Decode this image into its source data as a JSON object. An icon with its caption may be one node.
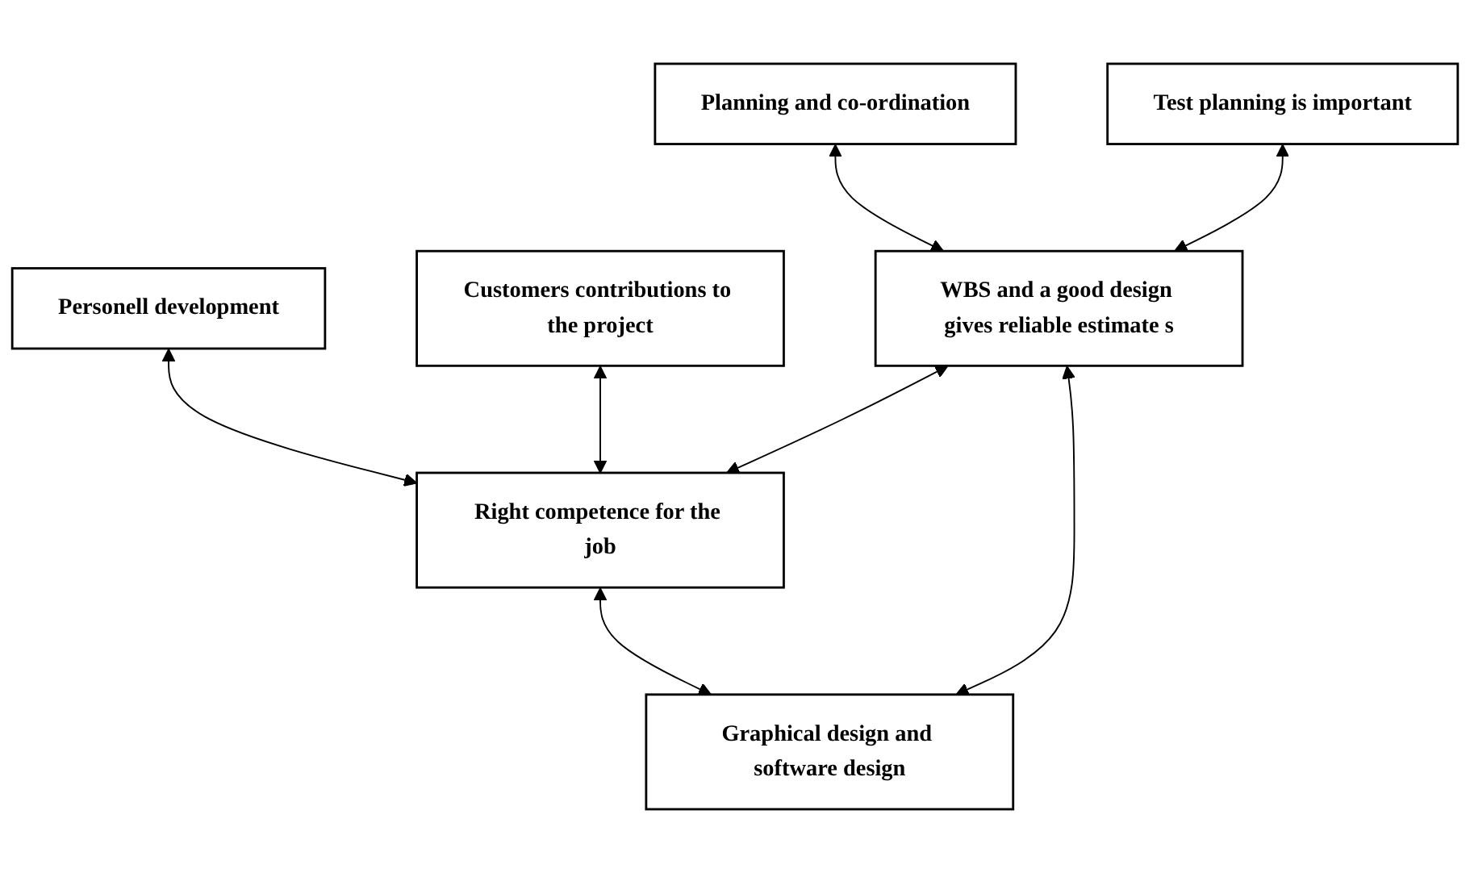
{
  "diagram": {
    "nodes": [
      {
        "text": [
          "Personell development"
        ]
      },
      {
        "text": [
          "Test planning is important"
        ]
      },
      {
        "text": [
          "Planning and co-ordination"
        ]
      },
      {
        "text": [
          "Customers contributions to the project"
        ]
      },
      {
        "text": [
          "Right competence for the job"
        ]
      },
      {
        "text": [
          "WBS and a good design gives reliable estimate s"
        ]
      },
      {
        "text": [
          "Graphical design and software design"
        ]
      }
    ],
    "edges": [
      {
        "from": 2,
        "to": 5,
        "arrow": "both"
      },
      {
        "from": 1,
        "to": 5,
        "arrow": "both"
      },
      {
        "from": 0,
        "to": 4,
        "arrow": "both"
      },
      {
        "from": 3,
        "to": 4,
        "arrow": "both"
      },
      {
        "from": 5,
        "to": 4,
        "arrow": "both"
      },
      {
        "from": 4,
        "to": 6,
        "arrow": "both"
      },
      {
        "from": 5,
        "to": 6,
        "arrow": "both"
      }
    ]
  }
}
